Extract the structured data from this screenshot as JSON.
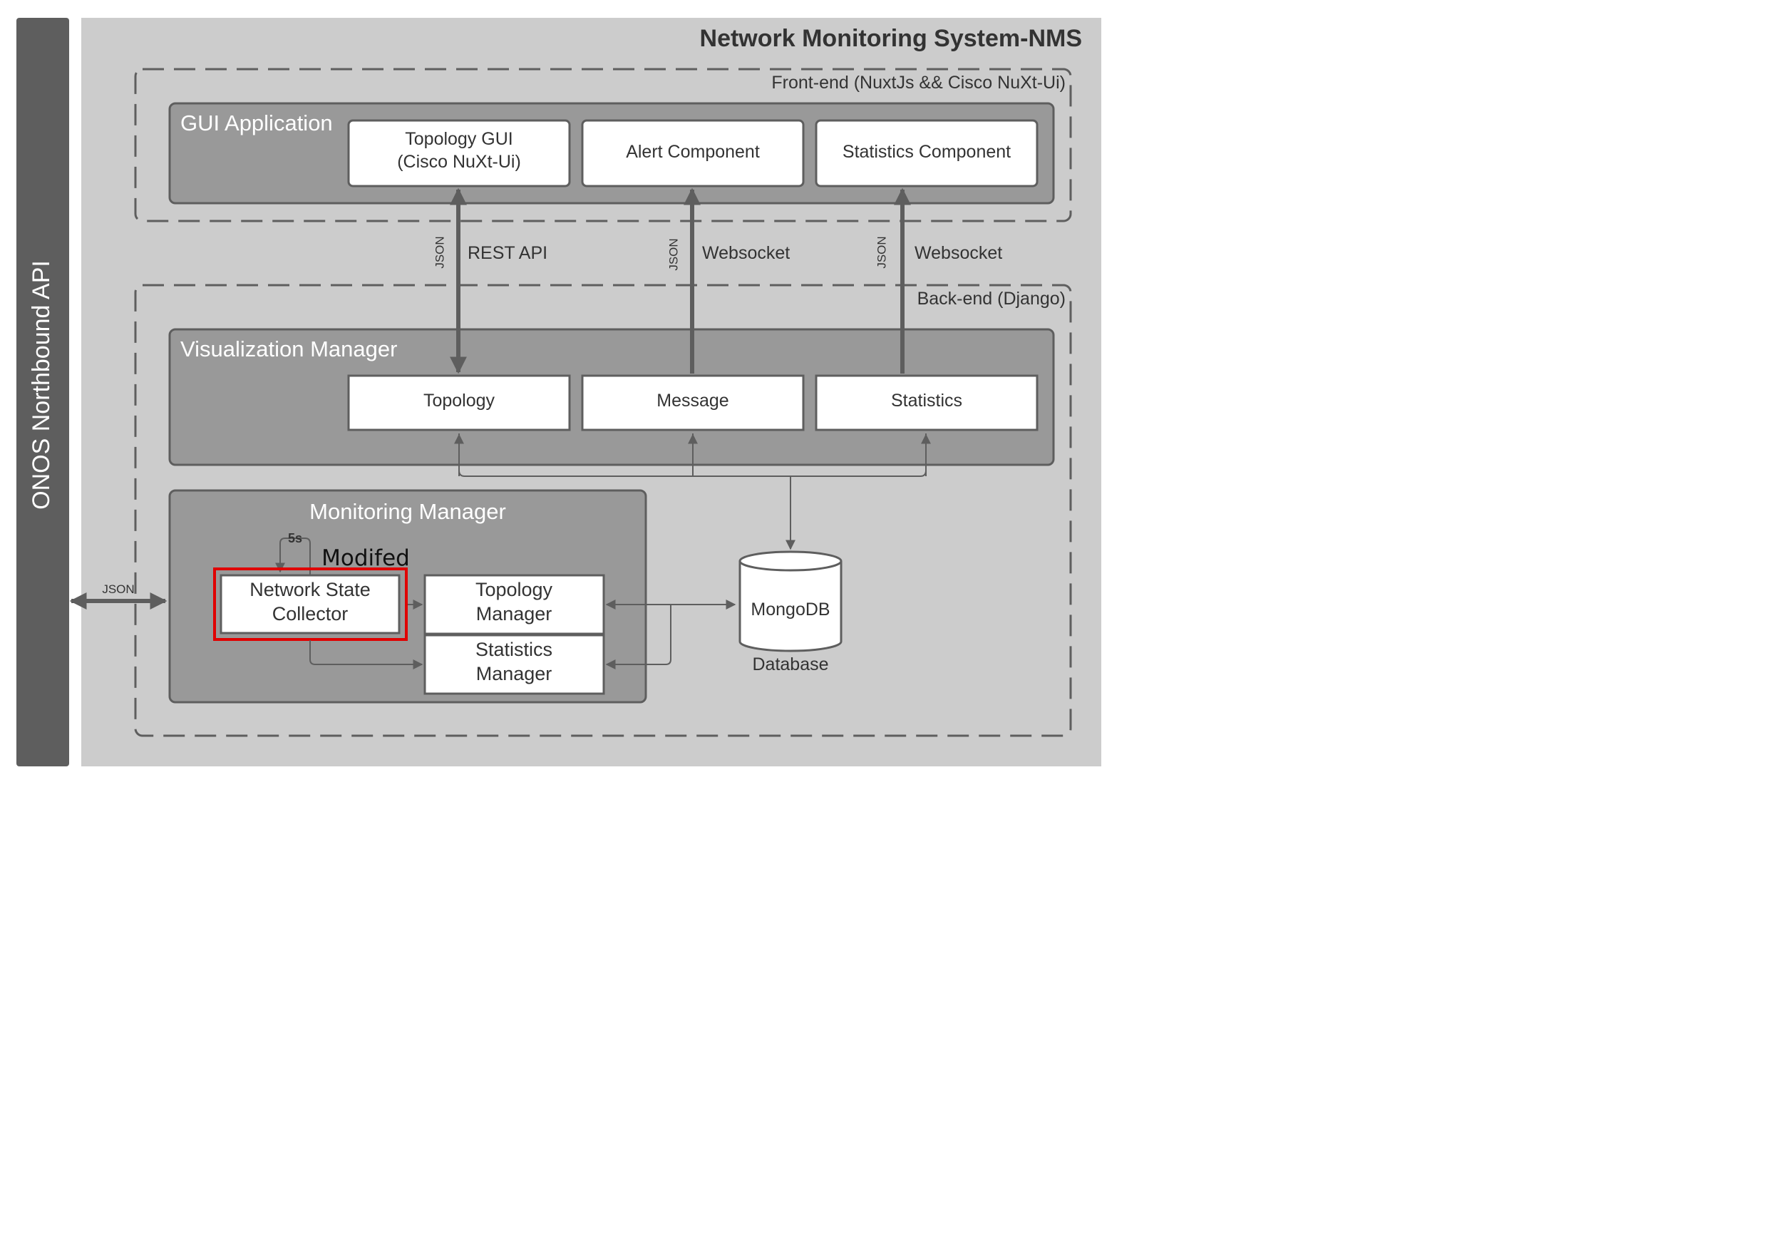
{
  "system_title": "Network Monitoring System-NMS",
  "side_api": "ONOS Northbound API",
  "frontend": {
    "label": "Front-end (NuxtJs && Cisco NuXt-Ui)",
    "gui_app": {
      "title": "GUI Application",
      "topology_gui": [
        "Topology GUI",
        "(Cisco NuXt-Ui)"
      ],
      "alert": "Alert Component",
      "statistics": "Statistics Component"
    }
  },
  "connections": {
    "json_1": "JSON",
    "rest_api": "REST API",
    "json_2": "JSON",
    "websocket_1": "Websocket",
    "json_3": "JSON",
    "websocket_2": "Websocket"
  },
  "backend": {
    "label": "Back-end (Django)",
    "visualization": {
      "title": "Visualization Manager",
      "topology": "Topology",
      "message": "Message",
      "statistics": "Statistics"
    },
    "monitoring": {
      "title": "Monitoring Manager",
      "loop_label": "5s",
      "modified_label": "Modifed",
      "collector": [
        "Network State",
        "Collector"
      ],
      "topology_manager": [
        "Topology",
        "Manager"
      ],
      "statistics_manager": [
        "Statistics",
        "Manager"
      ]
    },
    "database": {
      "name": "MongoDB",
      "caption": "Database"
    }
  },
  "api_link_label": "JSON",
  "colors": {
    "sidebar": "#5e5e5e",
    "system_bg": "#cccccc",
    "manager_bg": "#999999",
    "box_border": "#5e5e5e",
    "highlight": "#e00000"
  }
}
